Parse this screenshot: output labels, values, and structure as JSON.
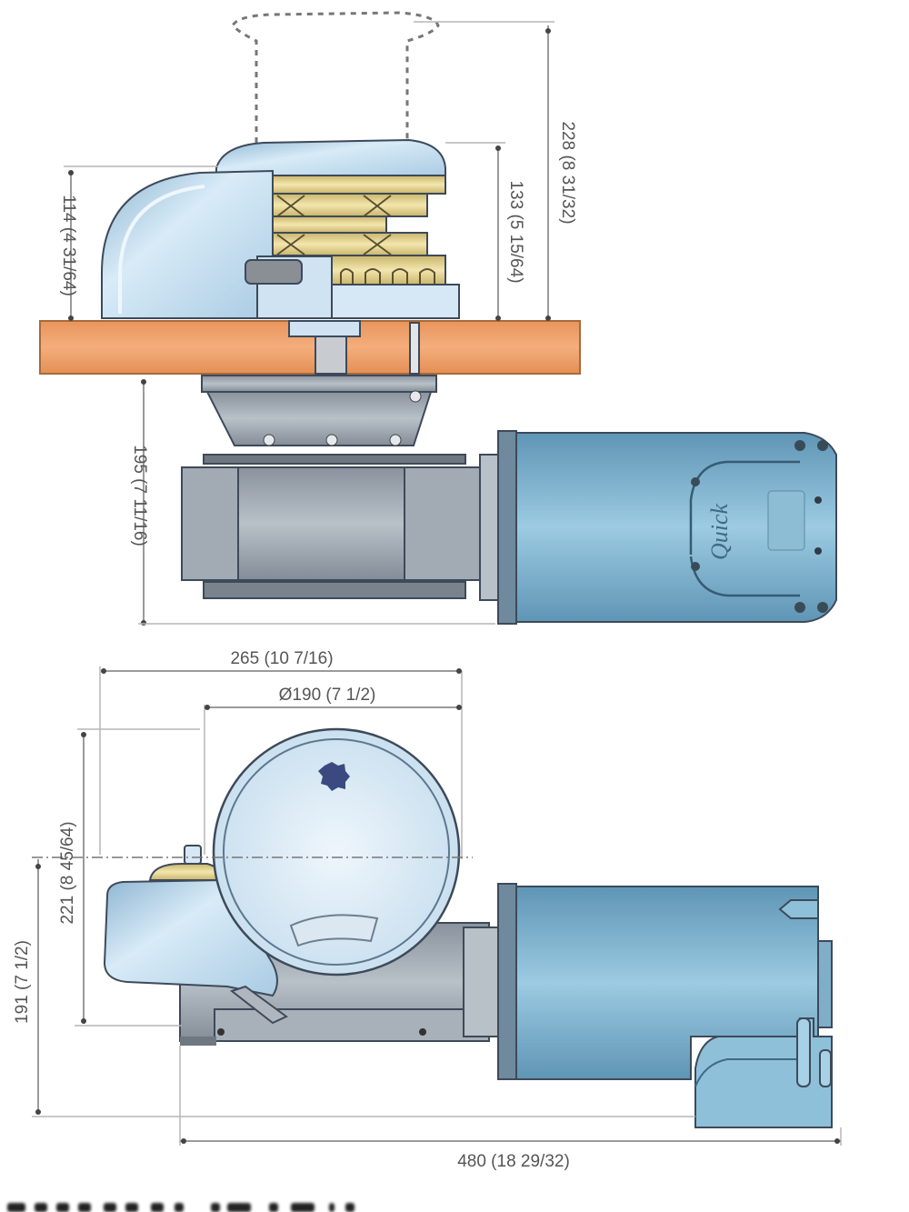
{
  "drawing": {
    "title": "Anchor windlass dimension drawing",
    "brand_mark": "Quick",
    "views": {
      "side_view": {
        "dimensions": {
          "drum_height": {
            "mm": "114",
            "inch": "(4 31/64)"
          },
          "gypsy_height": {
            "mm": "133",
            "inch": "(5 15/64)"
          },
          "capstan_height": {
            "mm": "228",
            "inch": "(8 31/32)"
          },
          "below_deck_depth": {
            "mm": "195",
            "inch": "(7 11/16)"
          }
        }
      },
      "top_view": {
        "dimensions": {
          "overall_width": {
            "mm": "265",
            "inch": "(10 7/16)"
          },
          "base_diameter": {
            "mm": "Ø190",
            "inch": "(7 1/2)"
          },
          "base_depth": {
            "mm": "221",
            "inch": "(8 45/64)"
          },
          "centre_offset": {
            "mm": "191",
            "inch": "(7 1/2)"
          },
          "overall_length": {
            "mm": "480",
            "inch": "(18 29/32)"
          }
        }
      }
    },
    "colors": {
      "deck": "#efa06a",
      "housing": "#bcd6ea",
      "gypsy": "#e8d79a",
      "gearbox": "#9aa3ad",
      "motor": "#7fb1cc",
      "dimension_line": "#9a9a9a",
      "dimension_text": "#555555"
    }
  }
}
